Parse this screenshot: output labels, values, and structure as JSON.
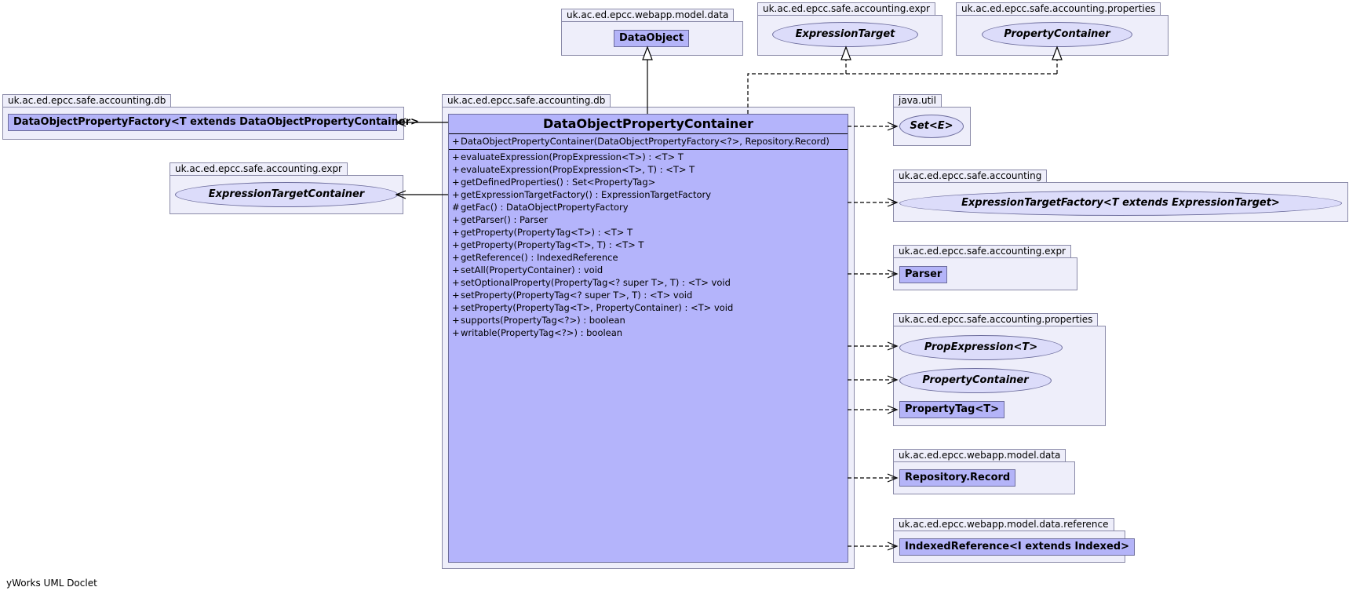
{
  "main_package": "uk.ac.ed.epcc.safe.accounting.db",
  "main_class": {
    "name": "DataObjectPropertyContainer",
    "constructors": [
      {
        "vis": "+",
        "sig": "DataObjectPropertyContainer(DataObjectPropertyFactory<?>, Repository.Record)"
      }
    ],
    "operations": [
      {
        "vis": "+",
        "sig": "evaluateExpression(PropExpression<T>) :  <T> T"
      },
      {
        "vis": "+",
        "sig": "evaluateExpression(PropExpression<T>, T) :  <T> T"
      },
      {
        "vis": "+",
        "sig": "getDefinedProperties() : Set<PropertyTag>"
      },
      {
        "vis": "+",
        "sig": "getExpressionTargetFactory() : ExpressionTargetFactory"
      },
      {
        "vis": "#",
        "sig": "getFac() : DataObjectPropertyFactory"
      },
      {
        "vis": "+",
        "sig": "getParser() : Parser"
      },
      {
        "vis": "+",
        "sig": "getProperty(PropertyTag<T>) :  <T> T"
      },
      {
        "vis": "+",
        "sig": "getProperty(PropertyTag<T>, T) :  <T> T"
      },
      {
        "vis": "+",
        "sig": "getReference() : IndexedReference"
      },
      {
        "vis": "+",
        "sig": "setAll(PropertyContainer) : void"
      },
      {
        "vis": "+",
        "sig": "setOptionalProperty(PropertyTag<? super T>, T) :  <T> void"
      },
      {
        "vis": "+",
        "sig": "setProperty(PropertyTag<? super T>, T) :  <T> void"
      },
      {
        "vis": "+",
        "sig": "setProperty(PropertyTag<T>, PropertyContainer) :  <T> void"
      },
      {
        "vis": "+",
        "sig": "supports(PropertyTag<?>) : boolean"
      },
      {
        "vis": "+",
        "sig": "writable(PropertyTag<?>) : boolean"
      }
    ]
  },
  "packages": {
    "model_data_top": {
      "name": "uk.ac.ed.epcc.webapp.model.data",
      "class": "DataObject"
    },
    "expr_top": {
      "name": "uk.ac.ed.epcc.safe.accounting.expr",
      "interface": "ExpressionTarget"
    },
    "properties_top": {
      "name": "uk.ac.ed.epcc.safe.accounting.properties",
      "interface": "PropertyContainer"
    },
    "db_left": {
      "name": "uk.ac.ed.epcc.safe.accounting.db",
      "class": "DataObjectPropertyFactory<T extends DataObjectPropertyContainer>"
    },
    "expr_left": {
      "name": "uk.ac.ed.epcc.safe.accounting.expr",
      "interface": "ExpressionTargetContainer"
    },
    "java_util": {
      "name": "java.util",
      "interface": "Set<E>"
    },
    "accounting": {
      "name": "uk.ac.ed.epcc.safe.accounting",
      "interface": "ExpressionTargetFactory<T extends ExpressionTarget>"
    },
    "expr_right": {
      "name": "uk.ac.ed.epcc.safe.accounting.expr",
      "class": "Parser"
    },
    "properties_right": {
      "name": "uk.ac.ed.epcc.safe.accounting.properties",
      "interface1": "PropExpression<T>",
      "interface2": "PropertyContainer",
      "class": "PropertyTag<T>"
    },
    "model_data_right": {
      "name": "uk.ac.ed.epcc.webapp.model.data",
      "class": "Repository.Record"
    },
    "reference": {
      "name": "uk.ac.ed.epcc.webapp.model.data.reference",
      "class": "IndexedReference<I extends Indexed>"
    }
  },
  "footer": "yWorks UML Doclet"
}
